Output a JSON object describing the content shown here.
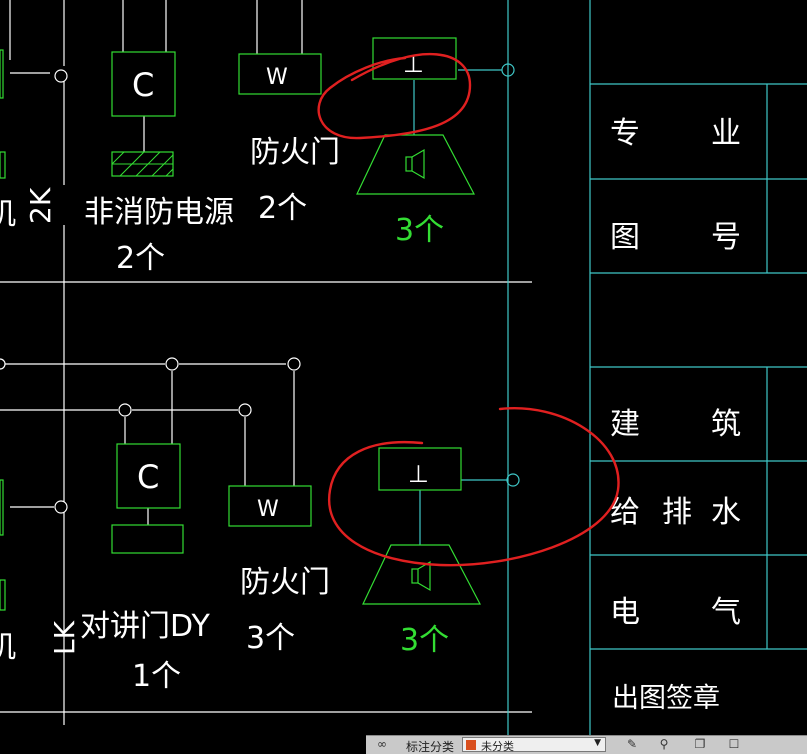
{
  "colors": {
    "background": "#000000",
    "symbol": "#33dd33",
    "wire": "#ffffff",
    "bus": "#3fc7c7",
    "markup": "#e02020"
  },
  "drawing": {
    "top_section": {
      "intercom_symbol": "C",
      "door_symbol": "W",
      "terminal_symbol": "⊥",
      "label_left_cut": "机",
      "label_vertical": "2K",
      "label_nonfire_power": "非消防电源",
      "count_nonfire_power": "2个",
      "label_fire_door": "防火门",
      "count_fire_door": "2个",
      "count_speaker": "3个"
    },
    "bottom_section": {
      "intercom_symbol": "C",
      "door_symbol": "W",
      "terminal_symbol": "⊥",
      "label_left_cut": "机",
      "label_vertical": "LK",
      "label_intercom_door": "对讲门DY",
      "count_intercom_door": "1个",
      "label_fire_door": "防火门",
      "count_fire_door": "3个",
      "count_speaker": "3个"
    }
  },
  "title_block": {
    "rows": [
      {
        "left": "专",
        "right": "业"
      },
      {
        "left": "图",
        "right": "号"
      },
      {
        "left": "",
        "right": ""
      },
      {
        "left": "建",
        "right": "筑"
      },
      {
        "left": "给",
        "middle": "排",
        "right": "水"
      },
      {
        "left": "电",
        "right": "气"
      }
    ],
    "footer": "出图签章"
  },
  "statusbar": {
    "label": "标注分类",
    "selected": "未分类",
    "icons": [
      "link-icon",
      "annotate-icon",
      "pin-icon",
      "copy-icon",
      "delete-icon"
    ]
  }
}
